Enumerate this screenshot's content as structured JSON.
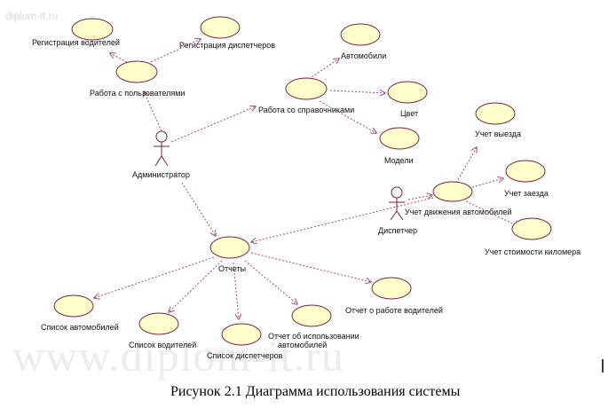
{
  "watermarks": {
    "top_left": "diplom-it.ru",
    "bottom": "www.diplom-it.ru"
  },
  "actors": {
    "admin": "Администратор",
    "dispatcher": "Диспетчер"
  },
  "use_cases": {
    "reg_drivers": "Регистрация водителей",
    "reg_dispatchers": "Регистрация диспетчеров",
    "work_users": "Работа с пользователями",
    "work_refs": "Работа со справочниками",
    "cars": "Автомобили",
    "color": "Цвет",
    "models": "Модели",
    "departure": "Учет выезда",
    "arrival": "Учет заезда",
    "km_cost": "Учет стоимости киломера",
    "movement": "Учет движения автомобилей",
    "reports": "Отчеты",
    "car_list": "Список автомобилей",
    "driver_list": "Список водителей",
    "dispatcher_list": "Список диспетчеров",
    "car_usage_report_1": "Отчет об использовании",
    "car_usage_report_2": "автомобилей",
    "driver_work_report": "Отчет о работе водителей"
  },
  "caption": "Рисунок 2.1 Диаграмма использования системы",
  "colors": {
    "use_case_fill": "#ffffcc",
    "outline": "#7a1f3d",
    "dependency": "#a04a78"
  }
}
